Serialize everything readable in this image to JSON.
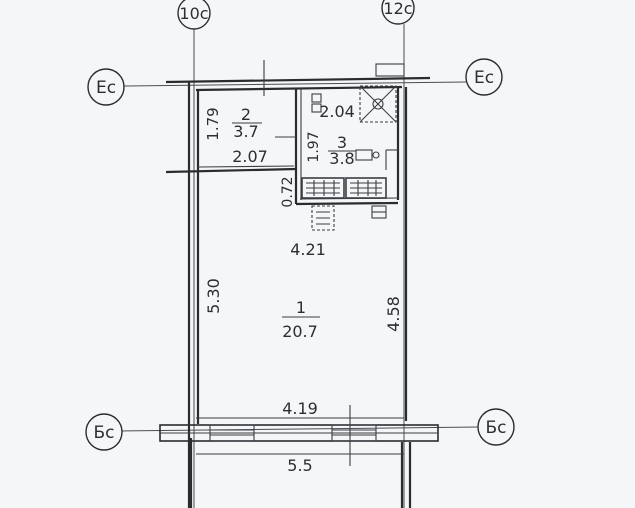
{
  "axes": {
    "vertical_left": "10c",
    "vertical_right": "12c",
    "horizontal_top_left": "Ec",
    "horizontal_top_right": "Ec",
    "horizontal_bottom_left": "Бc",
    "horizontal_bottom_right": "Бc"
  },
  "rooms": [
    {
      "number": "1",
      "area": "20.7"
    },
    {
      "number": "2",
      "area": "3.7"
    },
    {
      "number": "3",
      "area": "3.8"
    }
  ],
  "dimensions": {
    "room2_height": "1.79",
    "room2_width": "2.07",
    "room3_width": "2.04",
    "room3_height": "1.97",
    "passage": "0.72",
    "room1_top_width": "4.21",
    "room1_left_height": "5.30",
    "room1_right_height": "4.58",
    "window_wall_width": "4.19",
    "axis_span": "5.5"
  }
}
